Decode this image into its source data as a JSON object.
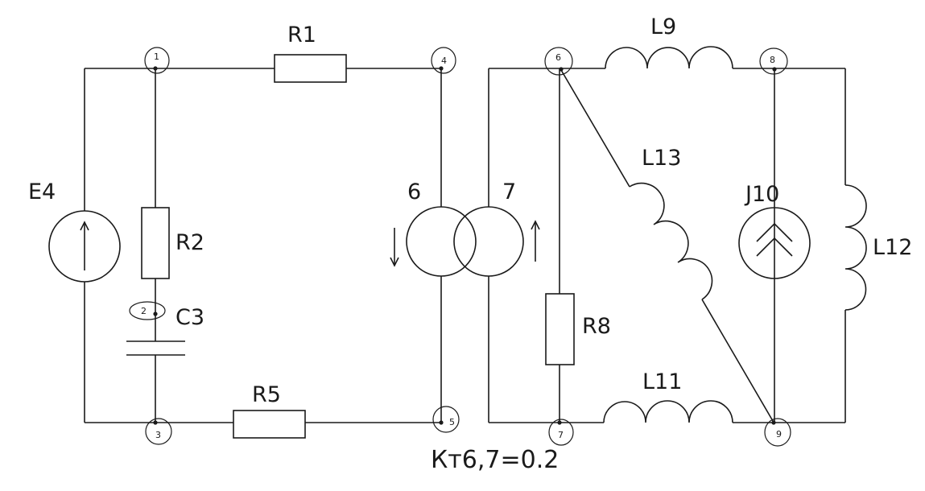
{
  "components": {
    "R1": "R1",
    "R2": "R2",
    "C3": "C3",
    "E4": "E4",
    "R5": "R5",
    "T6": "6",
    "T7": "7",
    "R8": "R8",
    "L9": "L9",
    "J10": "J10",
    "L11": "L11",
    "L12": "L12",
    "L13": "L13"
  },
  "nodes": [
    "1",
    "2",
    "3",
    "4",
    "5",
    "6",
    "7",
    "8",
    "9"
  ],
  "coupling_note": "Кт6,7=0.2"
}
